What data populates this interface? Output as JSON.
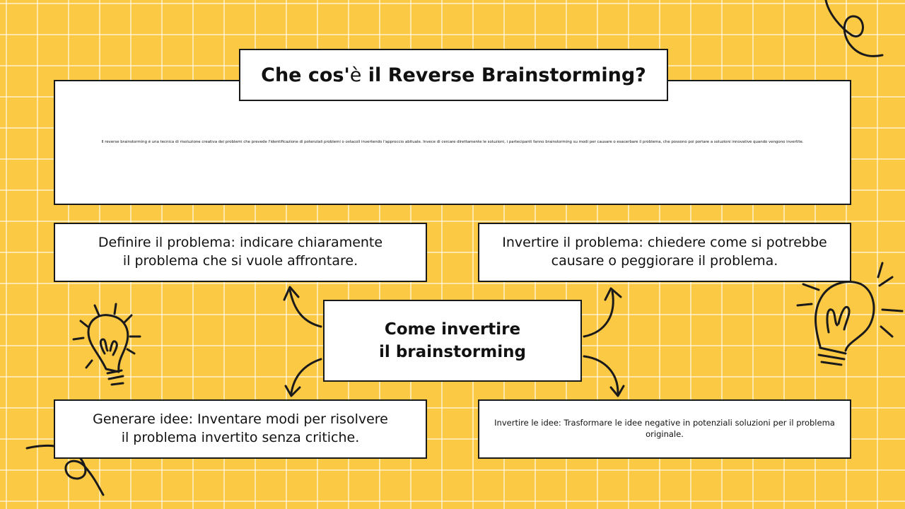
{
  "title": {
    "prefix": "Che cos'",
    "accent": "è",
    "suffix": " il Reverse Brainstorming?"
  },
  "intro": "Il reverse brainstorming è una tecnica di risoluzione creativa dei problemi che prevede l'identificazione di potenziali problemi o ostacoli invertendo l'approccio abituale. Invece di cercare direttamente le soluzioni, i partecipanti fanno brainstorming su modi per causare o esacerbare il problema, che possono poi portare a soluzioni innovative quando vengono invertite.",
  "center": "Come invertire\nil brainstorming",
  "steps": {
    "define": "Definire il problema: indicare chiaramente\nil problema che si vuole affrontare.",
    "invert": "Invertire il problema: chiedere come si potrebbe\ncausare o peggiorare il problema.",
    "generate": "Generare idee: Inventare modi per risolvere\nil problema invertito senza critiche.",
    "invert_ideas": "Invertire le idee: Trasformare le idee negative in potenziali soluzioni per il problema originale."
  },
  "colors": {
    "background": "#fcc944",
    "ink": "#1a1a1a",
    "box": "#ffffff"
  }
}
